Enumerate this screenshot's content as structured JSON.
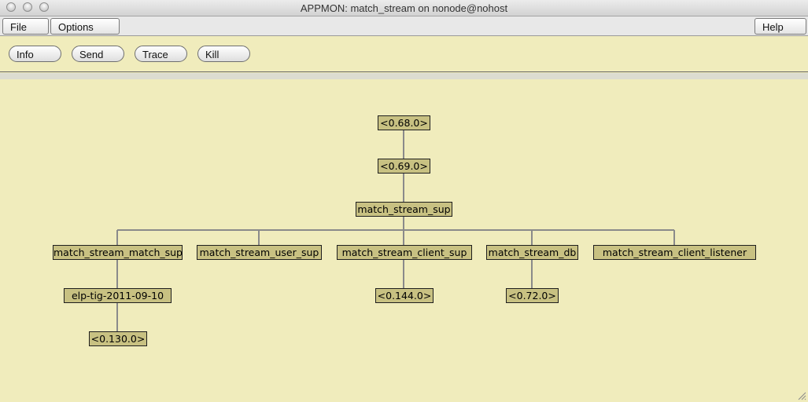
{
  "window": {
    "title": "APPMON: match_stream on nonode@nohost"
  },
  "menubar": {
    "file": "File",
    "options": "Options",
    "help": "Help"
  },
  "toolbar": {
    "info": "Info",
    "send": "Send",
    "trace": "Trace",
    "kill": "Kill"
  },
  "tree": {
    "root": "<0.68.0>",
    "app_master": "<0.69.0>",
    "top_sup": "match_stream_sup",
    "children": [
      "match_stream_match_sup",
      "match_stream_user_sup",
      "match_stream_client_sup",
      "match_stream_db",
      "match_stream_client_listener"
    ],
    "match_sup_child": "elp-tig-2011-09-10",
    "match_sup_grandchild": "<0.130.0>",
    "client_sup_child": "<0.144.0>",
    "db_child": "<0.72.0>"
  },
  "colors": {
    "canvas": "#f0ecbc",
    "node": "#c8c182",
    "edge": "#8a8a8a"
  }
}
